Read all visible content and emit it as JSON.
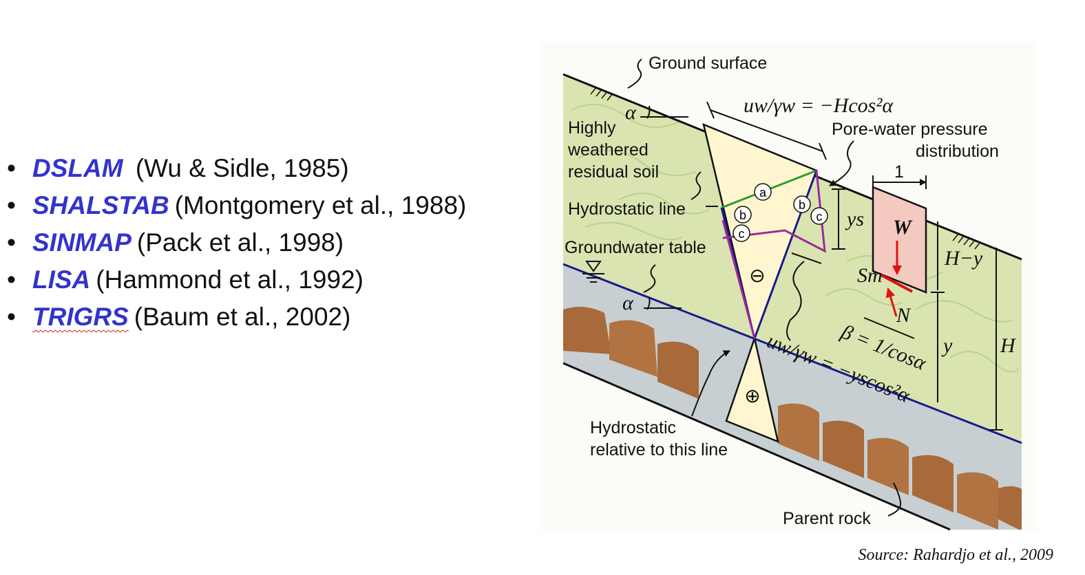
{
  "models": [
    {
      "name": "DSLAM",
      "ref": " (Wu & Sidle, 1985)"
    },
    {
      "name": "SHALSTAB",
      "ref": "(Montgomery et al., 1988)"
    },
    {
      "name": "SINMAP",
      "ref": "(Pack et al., 1998)"
    },
    {
      "name": "LISA",
      "ref": "(Hammond et al., 1992)"
    },
    {
      "name": "TRIGRS",
      "ref": "(Baum et al., 2002)"
    }
  ],
  "diagram": {
    "ground_surface": "Ground surface",
    "highly": "Highly",
    "weathered": "weathered",
    "residual_soil": "residual soil",
    "hydrostatic_line": "Hydrostatic line",
    "groundwater_table": "Groundwater table",
    "pore_water_1": "Pore-water pressure",
    "pore_water_2": "distribution",
    "hydrostatic_rel_1": "Hydrostatic",
    "hydrostatic_rel_2": "relative to this line",
    "parent_rock": "Parent rock",
    "alpha": "α",
    "eq_top": "uw/γw = −Hcos²α",
    "eq_bottom": "uw/γw = −yscos²α",
    "beta": "β = 1/cosα",
    "one": "1",
    "W": "W",
    "Sm": "Sm",
    "N": "N",
    "ys": "ys",
    "H_minus_y": "H−y",
    "y": "y",
    "H": "H",
    "circle_a": "a",
    "circle_b": "b",
    "circle_c": "c",
    "minus": "⊖",
    "plus": "⊕"
  },
  "source": "Source: Rahardjo et al., 2009",
  "colors": {
    "model_name": "#3333cc",
    "soil": "#d9e4b0",
    "water_zone": "#c7cfd2",
    "rock": "#a86a3a",
    "groundwater_line": "#1a1a8c",
    "hydrostatic_green": "#2e9a2e",
    "pressure_purple": "#9b2a9b",
    "block_fill": "#f3c9c0",
    "arrow_red": "#e01010",
    "wedge": "#fff6cf"
  }
}
